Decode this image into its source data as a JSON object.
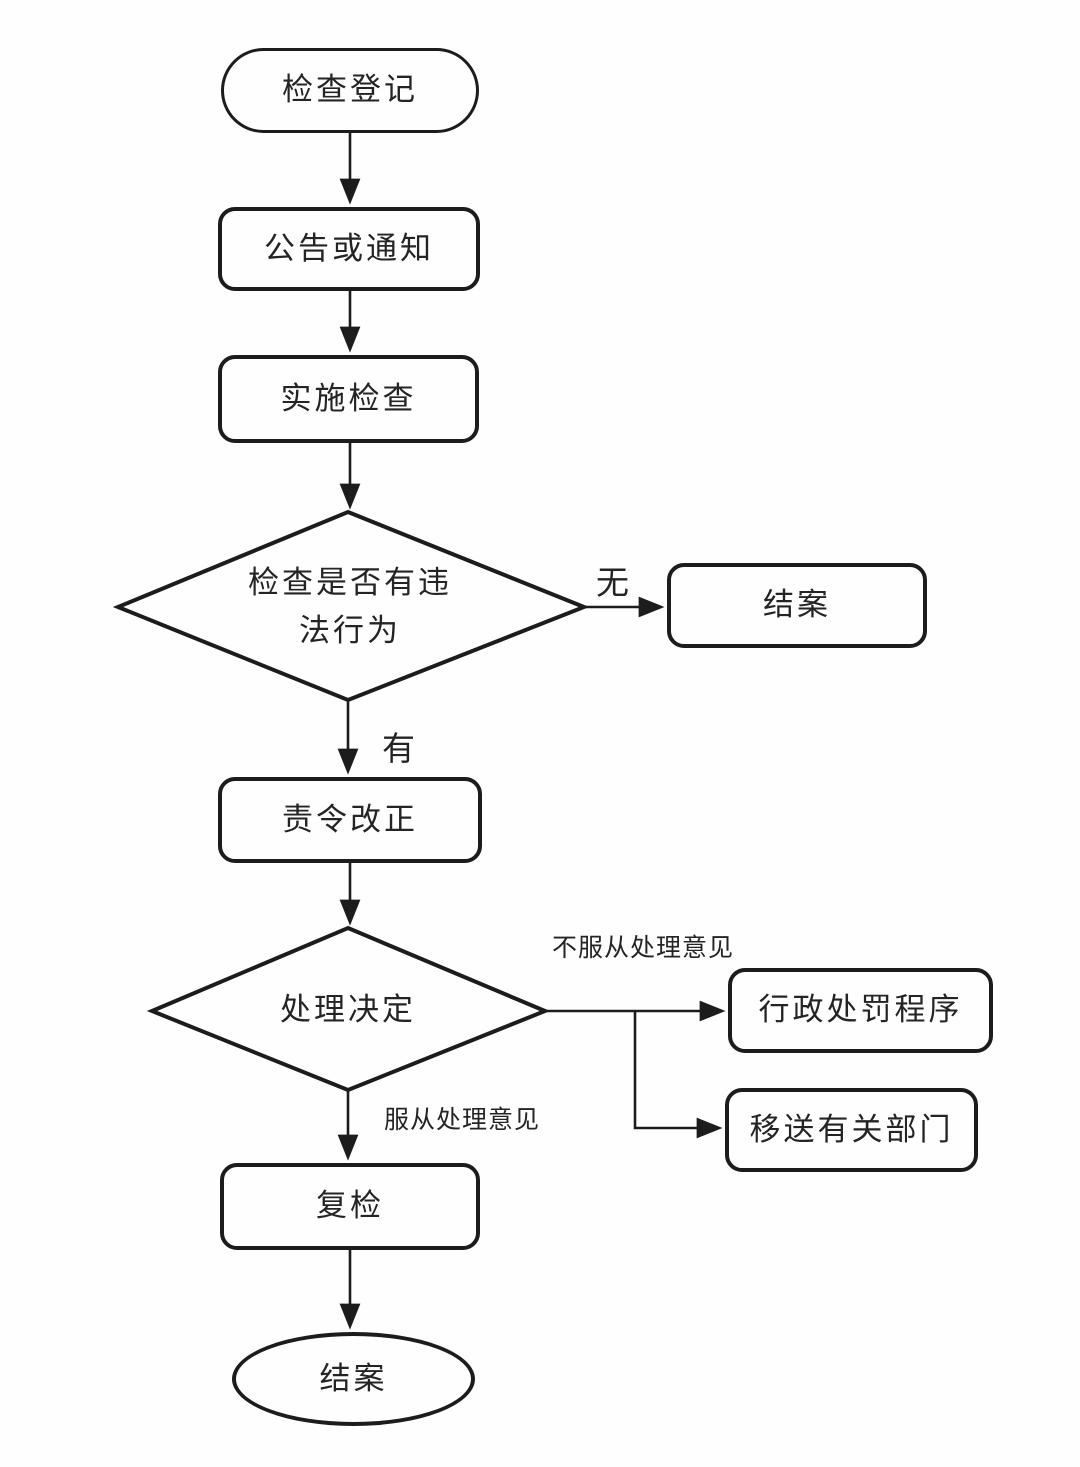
{
  "diagram": {
    "type": "flowchart",
    "colors": {
      "background": "#fefefe",
      "stroke": "#1c1c1c",
      "text": "#242424"
    },
    "nodes": {
      "start": {
        "shape": "stadium",
        "label": "检查登记"
      },
      "notice": {
        "shape": "rounded-rect",
        "label": "公告或通知"
      },
      "inspect": {
        "shape": "rounded-rect",
        "label": "实施检查"
      },
      "violation_decision": {
        "shape": "diamond",
        "label_line1": "检查是否有违",
        "label_line2": "法行为"
      },
      "close_case_right": {
        "shape": "rounded-rect",
        "label": "结案"
      },
      "order_correct": {
        "shape": "rounded-rect",
        "label": "责令改正"
      },
      "handling_decision": {
        "shape": "diamond",
        "label": "处理决定"
      },
      "admin_penalty": {
        "shape": "rounded-rect",
        "label": "行政处罚程序"
      },
      "transfer_dept": {
        "shape": "rounded-rect",
        "label": "移送有关部门"
      },
      "recheck": {
        "shape": "rounded-rect",
        "label": "复检"
      },
      "close_case_end": {
        "shape": "ellipse",
        "label": "结案"
      }
    },
    "edge_labels": {
      "no": "无",
      "yes": "有",
      "disobey": "不服从处理意见",
      "obey": "服从处理意见"
    },
    "edges": [
      {
        "from": "start",
        "to": "notice"
      },
      {
        "from": "notice",
        "to": "inspect"
      },
      {
        "from": "inspect",
        "to": "violation_decision"
      },
      {
        "from": "violation_decision",
        "to": "close_case_right",
        "label": "无"
      },
      {
        "from": "violation_decision",
        "to": "order_correct",
        "label": "有"
      },
      {
        "from": "order_correct",
        "to": "handling_decision"
      },
      {
        "from": "handling_decision",
        "to": "admin_penalty",
        "label": "不服从处理意见"
      },
      {
        "from": "handling_decision",
        "to": "transfer_dept",
        "label": "不服从处理意见"
      },
      {
        "from": "handling_decision",
        "to": "recheck",
        "label": "服从处理意见"
      },
      {
        "from": "recheck",
        "to": "close_case_end"
      }
    ]
  }
}
